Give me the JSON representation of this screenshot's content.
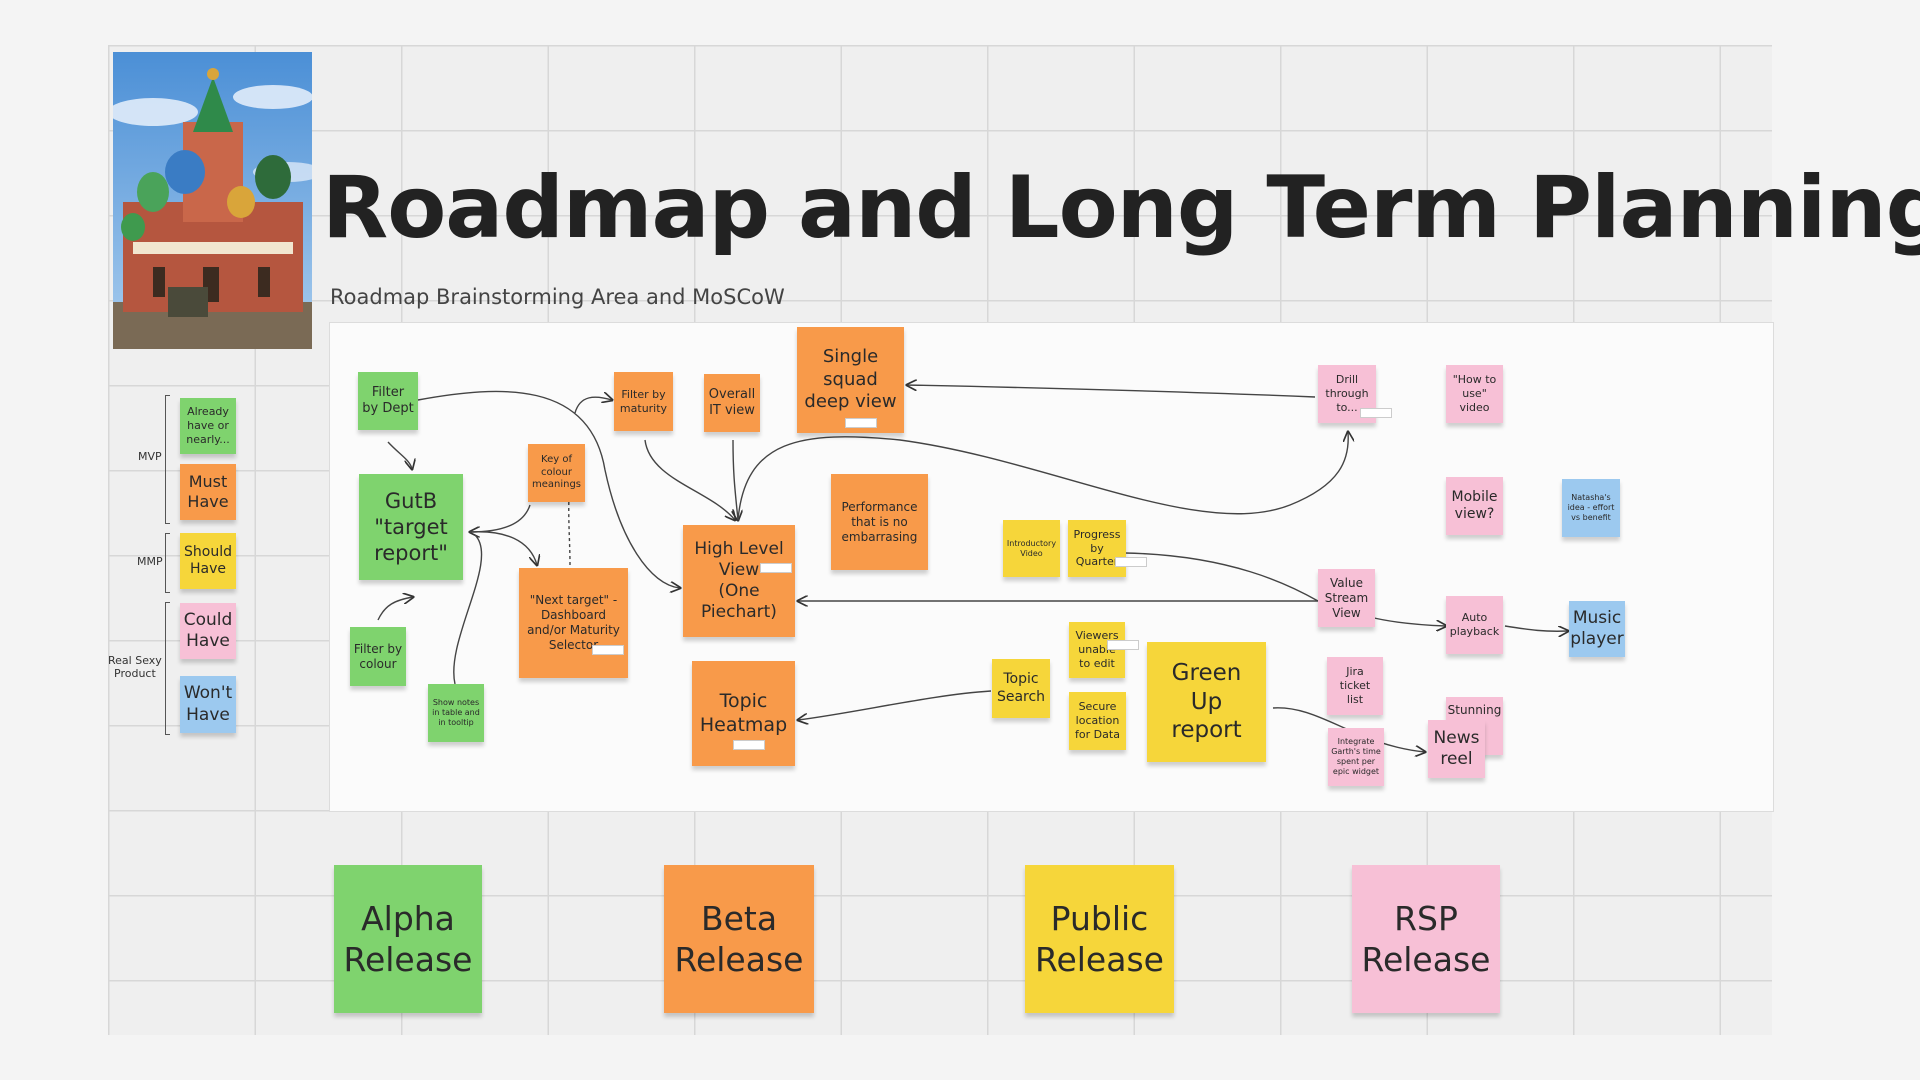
{
  "header": {
    "title": "Roadmap and Long Term Planning",
    "subtitle": "Roadmap Brainstorming Area and MoSCoW"
  },
  "legend": {
    "groups": [
      "MVP",
      "MMP",
      "Real Sexy\nProduct"
    ],
    "notes": [
      "Already\nhave or\nnearly...",
      "Must\nHave",
      "Should\nHave",
      "Could\nHave",
      "Won't\nHave"
    ]
  },
  "notes": {
    "filter_by_dept": "Filter\nby Dept",
    "filter_by_maturity": "Filter by\nmaturity",
    "overall_it_view": "Overall\nIT view",
    "single_squad": "Single\nsquad\ndeep view",
    "drill_through": "Drill\nthrough\nto...",
    "how_to_video": "\"How to\nuse\"\nvideo",
    "key_colour": "Key of\ncolour\nmeanings",
    "gutb": "GutB\n\"target\nreport\"",
    "performance": "Performance\nthat is no\nembarrasing",
    "mobile_view": "Mobile\nview?",
    "natashas_idea": "Natasha's\nidea - effort\nvs benefit",
    "intro_video": "Introductory\nVideo",
    "progress_quarter": "Progress\nby\nQuarter",
    "high_level_view": "High Level\nView\n(One\nPiechart)",
    "next_target": "\"Next target\" -\nDashboard\nand/or Maturity\nSelector",
    "value_stream": "Value\nStream\nView",
    "auto_playback": "Auto\nplayback",
    "music_player": "Music\nplayer",
    "filter_by_colour": "Filter by\ncolour",
    "viewers_unable": "Viewers\nunable\nto edit",
    "green_up": "Green\nUp\nreport",
    "jira_ticket": "Jira\nticket\nlist",
    "topic_search": "Topic\nSearch",
    "topic_heatmap": "Topic\nHeatmap",
    "secure_location": "Secure\nlocation\nfor Data",
    "stunning": "Stunning",
    "news_reel": "News\nreel",
    "integrate_garth": "Integrate\nGarth's time\nspent per\nepic widget",
    "show_notes": "Show notes\nin table and\nin tooltip"
  },
  "releases": [
    "Alpha\nRelease",
    "Beta\nRelease",
    "Public\nRelease",
    "RSP\nRelease"
  ],
  "colors": {
    "green": "#7fd36e",
    "orange": "#f89a4a",
    "yellow": "#f6d63a",
    "pink": "#f7c0d6",
    "blue": "#9cc9ef"
  }
}
